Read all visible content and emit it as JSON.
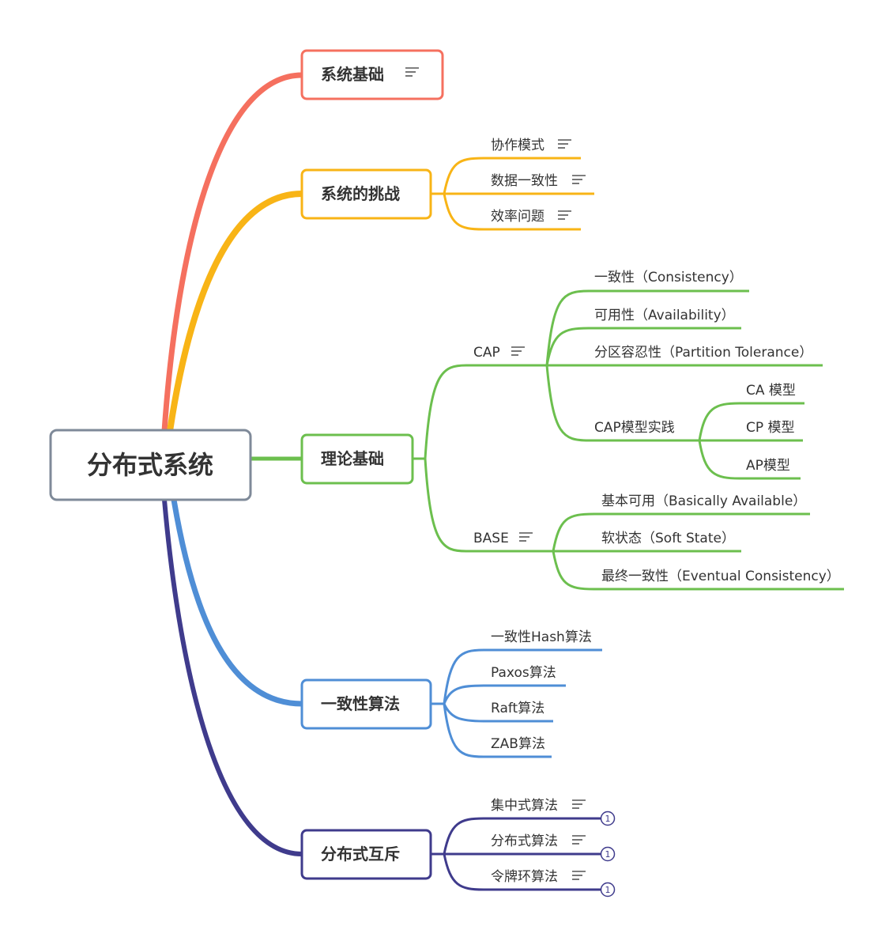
{
  "root": {
    "label": "分布式系统"
  },
  "colors": {
    "red": "#f5705f",
    "yellow": "#f8b416",
    "green": "#6cbf4e",
    "blue": "#4f8ed6",
    "purple": "#3f3b8c",
    "root_border": "#7f8a99",
    "text": "#333333"
  },
  "branches": [
    {
      "label": "系统基础",
      "note_icon": "notes-icon"
    },
    {
      "label": "系统的挑战",
      "children": [
        {
          "label": "协作模式",
          "note_icon": "notes-icon"
        },
        {
          "label": "数据一致性",
          "note_icon": "notes-icon"
        },
        {
          "label": "效率问题",
          "note_icon": "notes-icon"
        }
      ]
    },
    {
      "label": "理论基础",
      "children": [
        {
          "label": "CAP",
          "note_icon": "notes-icon",
          "children": [
            {
              "label": "一致性（Consistency）"
            },
            {
              "label": "可用性（Availability）"
            },
            {
              "label": "分区容忍性（Partition Tolerance）"
            },
            {
              "label": "CAP模型实践",
              "children": [
                {
                  "label": "CA 模型"
                },
                {
                  "label": "CP 模型"
                },
                {
                  "label": "AP模型"
                }
              ]
            }
          ]
        },
        {
          "label": "BASE",
          "note_icon": "notes-icon",
          "children": [
            {
              "label": "基本可用（Basically Available）"
            },
            {
              "label": "软状态（Soft State）"
            },
            {
              "label": "最终一致性（Eventual Consistency）"
            }
          ]
        }
      ]
    },
    {
      "label": "一致性算法",
      "children": [
        {
          "label": "一致性Hash算法"
        },
        {
          "label": "Paxos算法"
        },
        {
          "label": "Raft算法"
        },
        {
          "label": "ZAB算法"
        }
      ]
    },
    {
      "label": "分布式互斥",
      "children": [
        {
          "label": "集中式算法",
          "note_icon": "notes-icon",
          "badge": "1"
        },
        {
          "label": "分布式算法",
          "note_icon": "notes-icon",
          "badge": "1"
        },
        {
          "label": "令牌环算法",
          "note_icon": "notes-icon",
          "badge": "1"
        }
      ]
    }
  ]
}
